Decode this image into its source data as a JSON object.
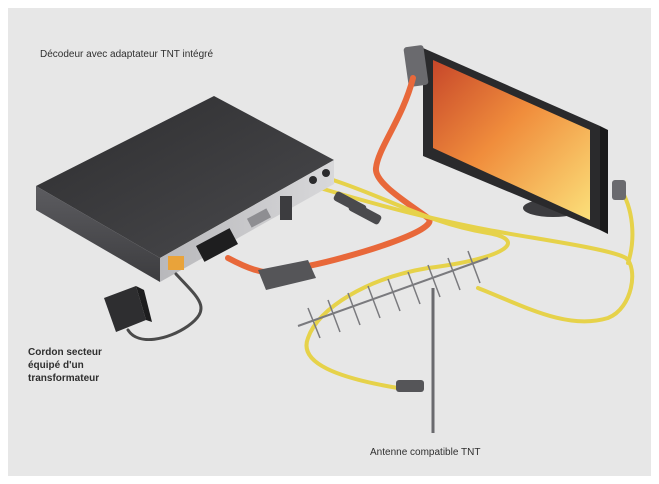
{
  "labels": {
    "decoder": "Décodeur avec adaptateur TNT intégré",
    "power_cord": [
      "Cordon secteur",
      "équipé d'un",
      "transformateur"
    ],
    "antenna": "Antenne compatible TNT"
  },
  "colors": {
    "background": "#e7e7e7",
    "decoder_body": "#3a3a3c",
    "scart_cable": "#e8683a",
    "coax_cable": "#e6d24a",
    "power_cable": "#4a4a4a",
    "tv_screen": "#f0a545"
  }
}
